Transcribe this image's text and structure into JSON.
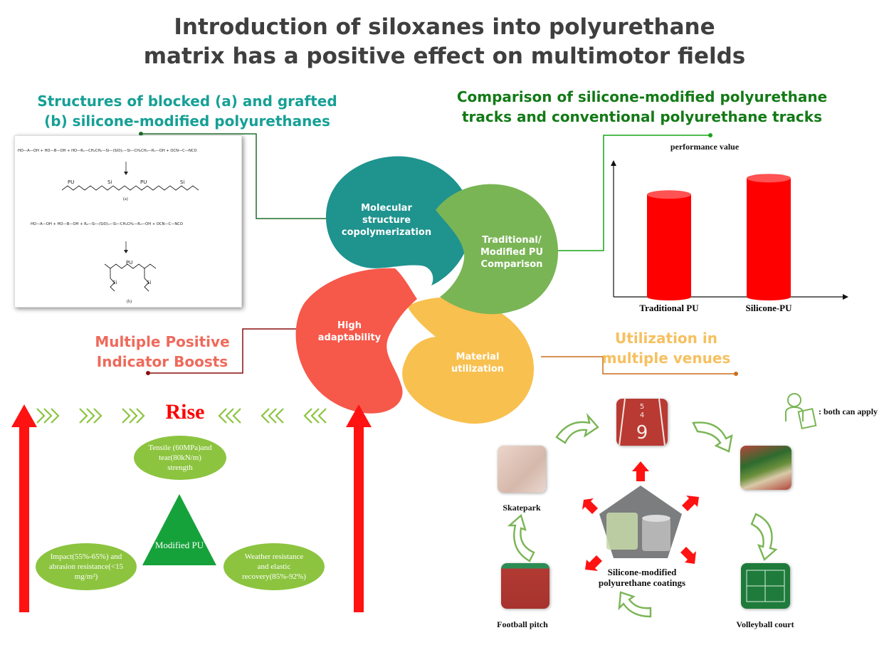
{
  "title": {
    "line1": "Introduction of siloxanes into polyurethane",
    "line2": "matrix has a positive effect on multimotor fields"
  },
  "structures": {
    "title_line1": "Structures of blocked (a) and grafted",
    "title_line2": "(b) silicone-modified polyurethanes",
    "eq_a": "HO—A—OH + HO—B—OH + HO—R₁—CH₂CH₂—Si—(SiO)ₙ—Si—CH₂CH₂—R₁—OH + OCN—C—NCO",
    "eq_b": "HO—A—OH + HO—B—OH + R₂—Si—(SiO)ₙ—Si—CH₂CH₂—R₃—OH + OCN—C—NCO",
    "label_a": "(a)",
    "label_b": "(b)",
    "pu": "PU",
    "si": "Si"
  },
  "comparison": {
    "title_line1": "Comparison of silicone-modified polyurethane",
    "title_line2": "tracks and conventional polyurethane tracks"
  },
  "chart_data": {
    "type": "bar",
    "title": "performance value",
    "categories": [
      "Traditional PU",
      "Silicone-PU"
    ],
    "values": [
      0.78,
      0.9
    ],
    "color": "#ff0000"
  },
  "petals": {
    "p1": "Molecular structure copolymerization",
    "p2_l1": "Traditional/",
    "p2_l2": "Modified PU",
    "p2_l3": "Comparison",
    "p3_l1": "High",
    "p3_l2": "adaptability",
    "p4_l1": "Material",
    "p4_l2": "utilization",
    "colors": {
      "teal": "#1f938e",
      "green": "#7ab555",
      "red": "#f6584a",
      "yellow": "#f8c04f"
    }
  },
  "indicators": {
    "title_line1": "Multiple Positive",
    "title_line2": "Indicator Boosts",
    "rise": "Rise",
    "top_oval": "Tensile (60MPa)and tear(80kN/m) strength",
    "left_oval": "Impact(55%-65%) and abrasion resistance(<15 mg/m²)",
    "right_oval": "Weather resistance and elastic recovery(85%-92%)",
    "center": "Modified PU"
  },
  "utilization": {
    "title_line1": "Utilization in",
    "title_line2": "multiple venues",
    "legend": ": both can apply",
    "skatepark": "Skatepark",
    "football": "Football pitch",
    "volleyball": "Volleyball court",
    "center_l1": "Silicone-modified",
    "center_l2": "polyurethane coatings",
    "track_number": "9",
    "track_lane_1": "5",
    "track_lane_2": "4"
  }
}
